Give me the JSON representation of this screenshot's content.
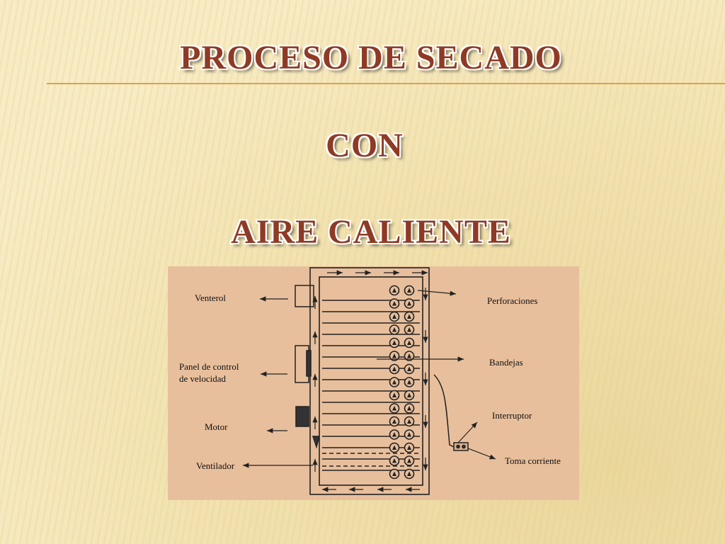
{
  "title": {
    "line1": "PROCESO DE SECADO",
    "line2": "CON",
    "line3": "AIRE CALIENTE"
  },
  "diagram": {
    "labels": {
      "venterol": "Venterol",
      "panel_line1": "Panel de control",
      "panel_line2": "de velocidad",
      "motor": "Motor",
      "ventilador": "Ventilador",
      "perforaciones": "Perforaciones",
      "bandejas": "Bandejas",
      "interruptor": "Interruptor",
      "toma_corriente": "Toma corriente"
    }
  }
}
